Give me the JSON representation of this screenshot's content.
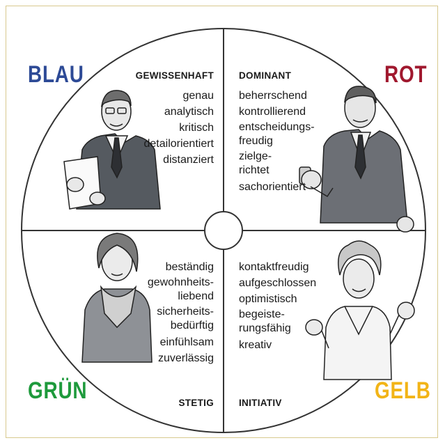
{
  "colors": {
    "blau": "#2d4a96",
    "rot": "#a0182e",
    "gruen": "#1e9a3c",
    "gelb": "#f2b417",
    "frame": "#d8c98e",
    "line": "#333333"
  },
  "quadrants": {
    "top_left": {
      "color_label": "BLAU",
      "title": "GEWISSENHAFT",
      "traits": [
        "genau",
        "analytisch",
        "kritisch",
        "detailorientiert",
        "distanziert"
      ]
    },
    "top_right": {
      "color_label": "ROT",
      "title": "DOMINANT",
      "traits": [
        "beherrschend",
        "kontrollierend",
        "entscheidungs-\nfreudig",
        "zielge-\nrichtet",
        "sachorientiert"
      ]
    },
    "bottom_left": {
      "color_label": "GRÜN",
      "title": "STETIG",
      "traits": [
        "beständig",
        "gewohnheits-\nliebend",
        "sicherheits-\nbedürftig",
        "einfühlsam",
        "zuverlässig"
      ]
    },
    "bottom_right": {
      "color_label": "GELB",
      "title": "INITIATIV",
      "traits": [
        "kontaktfreudig",
        "aufgeschlossen",
        "optimistisch",
        "begeiste-\nrungsfähig",
        "kreativ"
      ]
    }
  },
  "illustrations": {
    "top_left": "businessman-glasses-holding-paper",
    "top_right": "businessman-holding-phone",
    "bottom_left": "woman-with-scarf",
    "bottom_right": "woman-curly-hair-gesturing"
  }
}
